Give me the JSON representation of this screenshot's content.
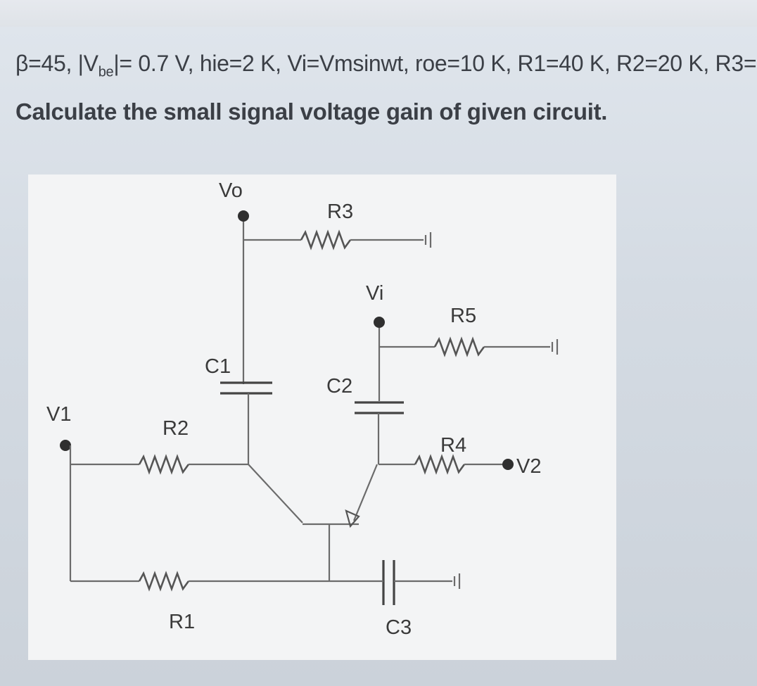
{
  "problem": {
    "params_prefix": "β=45, |V",
    "params_sub": "be",
    "params_rest": "|= 0.7 V, hie=2 K, Vi=Vmsinwt, roe=10 K, R1=40 K, R2=20 K, R3=",
    "question": "Calculate the small signal voltage gain of given circuit."
  },
  "circuit": {
    "labels": {
      "vo": "Vo",
      "r3": "R3",
      "vi": "Vi",
      "r5": "R5",
      "c1": "C1",
      "c2": "C2",
      "v1": "V1",
      "r2": "R2",
      "r4": "R4",
      "v2": "V2",
      "r1": "R1",
      "c3": "C3"
    }
  }
}
